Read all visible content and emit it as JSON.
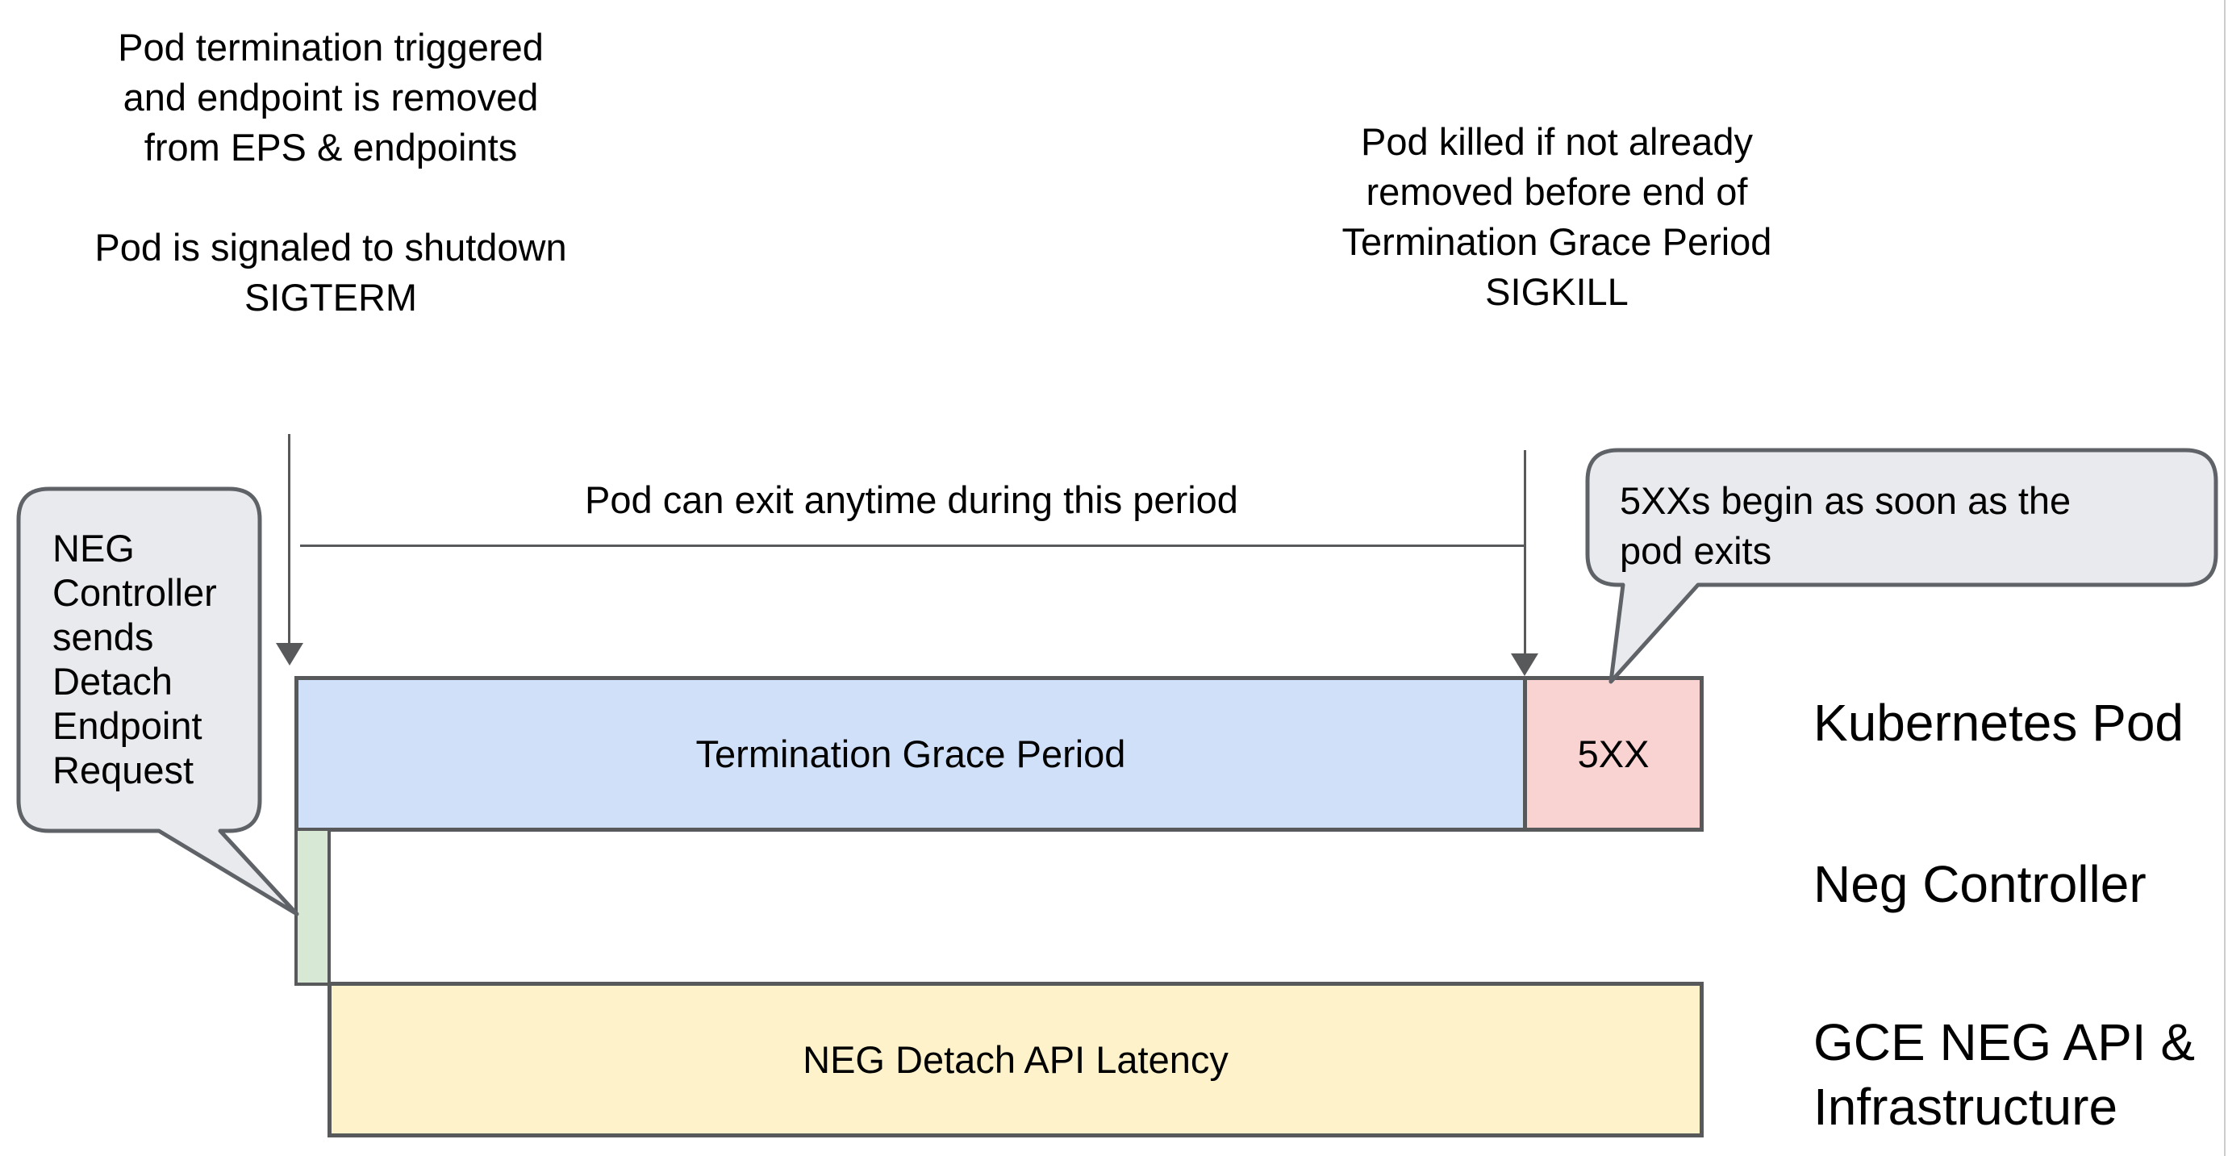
{
  "page": {
    "background": "#ffffff",
    "edge_line_color": "#cccccc"
  },
  "palette": {
    "outline": "#58595b",
    "arrow": "#58595b",
    "text": "#000000",
    "bubble_fill": "#e9eaee",
    "bubble_border": "#5f6368"
  },
  "annotations": {
    "pod_termination": {
      "lines": [
        "Pod termination triggered",
        "and endpoint is removed",
        "from EPS & endpoints",
        "",
        "Pod is signaled to shutdown",
        "SIGTERM"
      ]
    },
    "pod_killed": {
      "lines": [
        "Pod killed if not already",
        "removed before end of",
        "Termination Grace Period",
        "SIGKILL"
      ]
    },
    "exit_period_label": "Pod can exit anytime during this period"
  },
  "callouts": {
    "neg_controller": {
      "lines": [
        "NEG",
        "Controller",
        "sends",
        "Detach",
        "Endpoint",
        "Request"
      ]
    },
    "five_xx": {
      "lines": [
        "5XXs begin as soon as the",
        "pod exits"
      ]
    }
  },
  "timeline": {
    "grace_bar": {
      "label": "Termination Grace Period",
      "fill": "#d0e0f8"
    },
    "error_bar": {
      "label": "5XX",
      "fill": "#f8d3d1"
    },
    "detach_bar": {
      "fill": "#d7e9d5"
    },
    "latency_bar": {
      "label": "NEG Detach API Latency",
      "fill": "#fdf2ca"
    }
  },
  "lanes": {
    "kubernetes_pod": "Kubernetes Pod",
    "neg_controller": "Neg Controller",
    "gce_neg": {
      "lines": [
        "GCE NEG API &",
        "Infrastructure"
      ]
    }
  }
}
